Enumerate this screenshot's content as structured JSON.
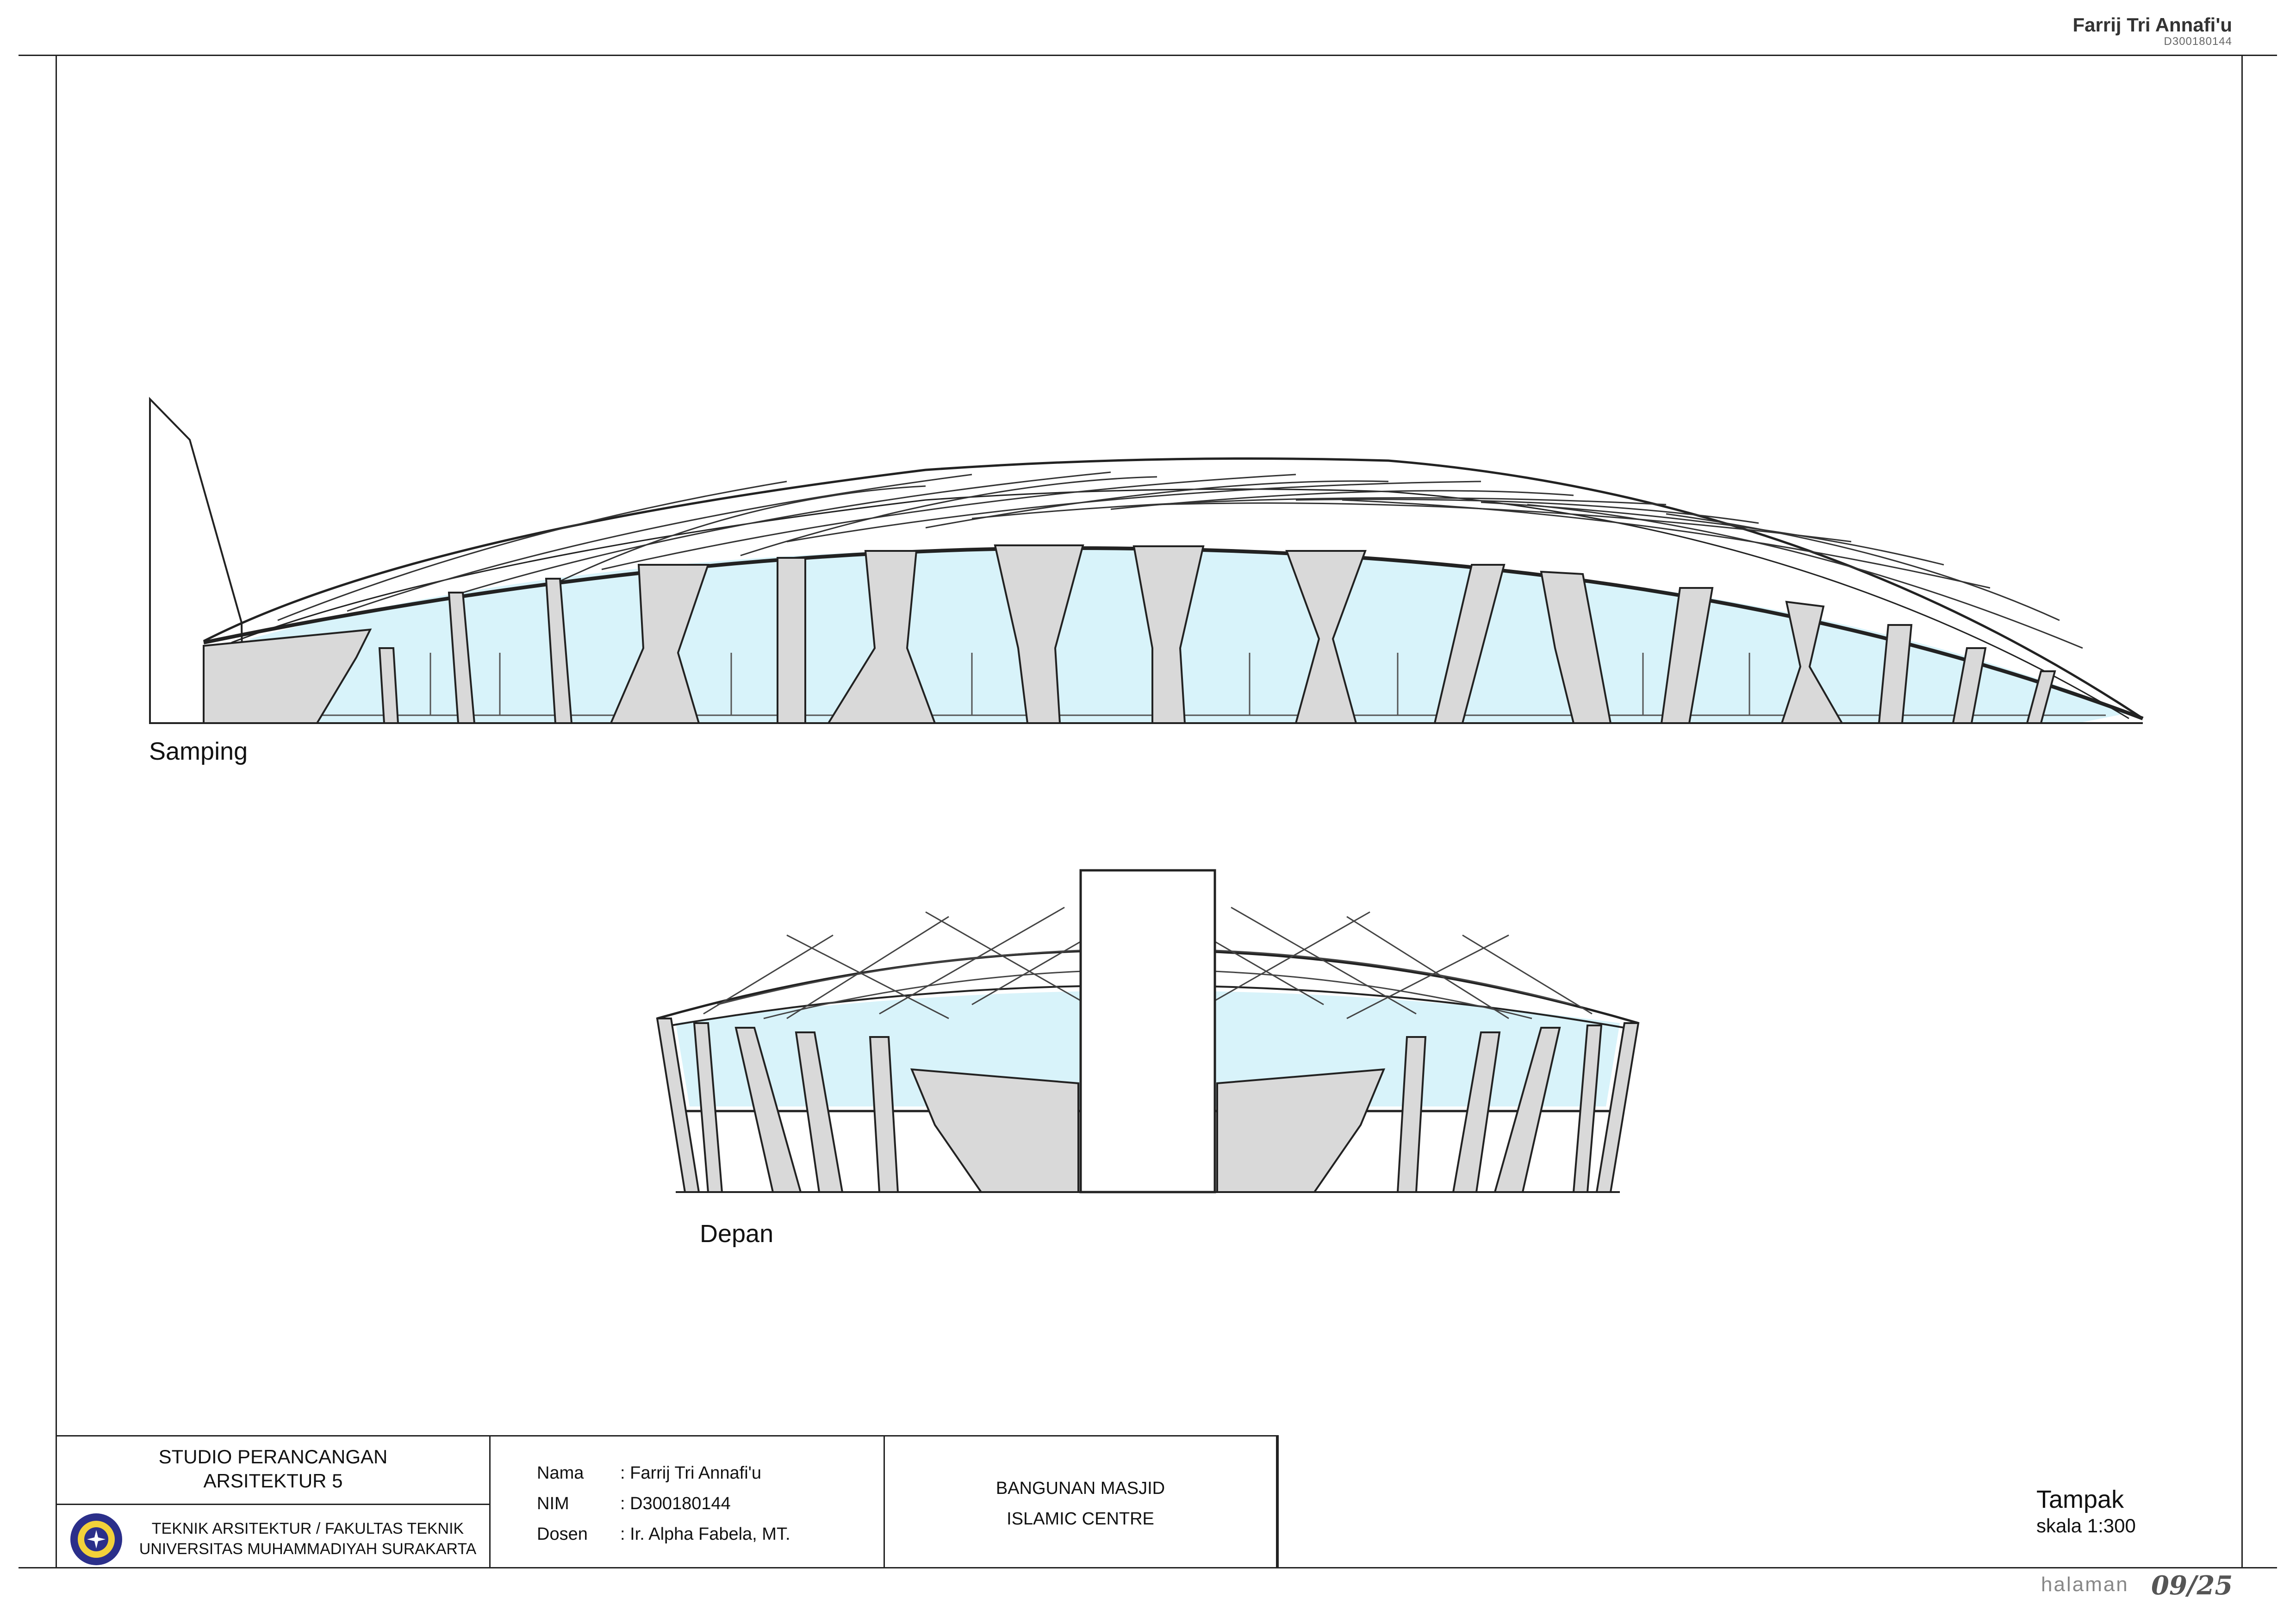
{
  "header": {
    "author_name": "Farrij Tri Annafi'u",
    "author_id": "D300180144"
  },
  "drawings": {
    "side_view_label": "Samping",
    "front_view_label": "Depan",
    "glass_color": "#d8f3fa",
    "structure_color": "#d9d9d9",
    "line_color": "#222222"
  },
  "title_block": {
    "studio_title_line1": "STUDIO PERANCANGAN",
    "studio_title_line2": "ARSITEKTUR 5",
    "dept_line1": "TEKNIK ARSITEKTUR / FAKULTAS TEKNIK",
    "dept_line2": "UNIVERSITAS MUHAMMADIYAH SURAKARTA",
    "fields": [
      {
        "label": "Nama",
        "value": ": Farrij Tri Annafi'u"
      },
      {
        "label": "NIM",
        "value": ": D300180144"
      },
      {
        "label": "Dosen",
        "value": ": Ir. Alpha Fabela, MT."
      }
    ],
    "project_line1": "BANGUNAN MASJID",
    "project_line2": "ISLAMIC CENTRE"
  },
  "sheet": {
    "drawing_type": "Tampak",
    "scale": "skala  1:300",
    "page_label": "halaman",
    "page_number": "09/25"
  }
}
